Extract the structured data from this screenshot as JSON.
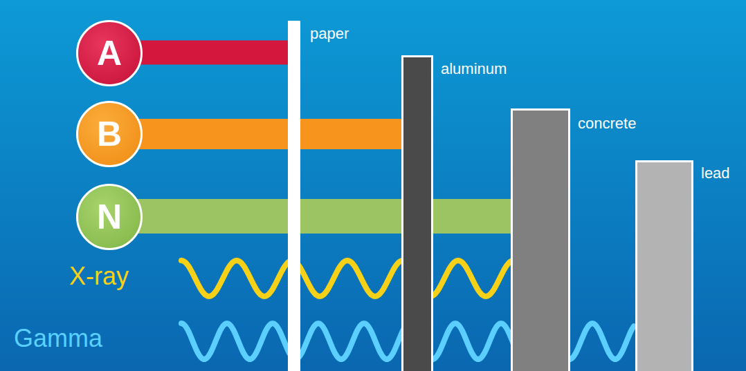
{
  "diagram": {
    "nodes": [
      {
        "text": [
          "A"
        ]
      },
      {
        "text": [
          "B"
        ]
      },
      {
        "text": [
          "N"
        ]
      },
      {
        "text": [
          "paper"
        ]
      },
      {
        "text": [
          "aluminum"
        ]
      },
      {
        "text": [
          "concrete"
        ]
      },
      {
        "text": [
          "lead"
        ]
      }
    ],
    "edges": [
      {
        "from": 0,
        "to": 3,
        "arrow": "none"
      },
      {
        "from": 1,
        "to": 4,
        "arrow": "none"
      },
      {
        "from": 2,
        "to": 5,
        "arrow": "none"
      }
    ],
    "labels": [
      "X-ray",
      "Gamma"
    ]
  }
}
